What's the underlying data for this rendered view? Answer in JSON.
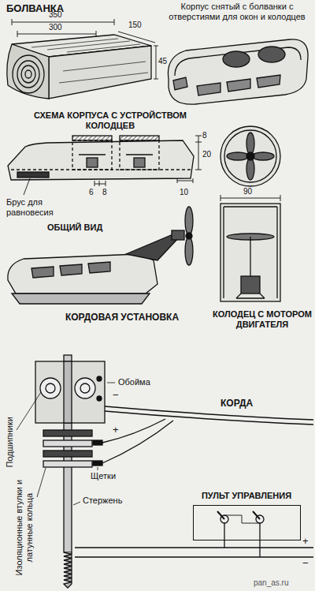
{
  "diagram": {
    "nodes": [
      {
        "text": [
          "ПУЛЬТ УПРАВЛЕНИЯ"
        ]
      }
    ],
    "labels": [
      "БОЛВАНКА",
      "Корпус снятый с болванки с отверстиями для окон и колодцев",
      "350",
      "300",
      "150",
      "45",
      "СХЕМА КОРПУСА С УСТРОЙСТВОМ КОЛОДЦЕВ",
      "8",
      "20",
      "6",
      "8",
      "10",
      "90",
      "Брус для равновесия",
      "ОБЩИЙ ВИД",
      "КОЛОДЕЦ С МОТОРОМ ДВИГАТЕЛЯ",
      "КОРДОВАЯ УСТАНОВКА",
      "Обойма",
      "−",
      "+",
      "КОРДА",
      "Подшипники",
      "Щетки",
      "Стержень",
      "Изоляционные втулки и латунные кольца",
      "+",
      "−",
      "pan_as.ru"
    ]
  }
}
